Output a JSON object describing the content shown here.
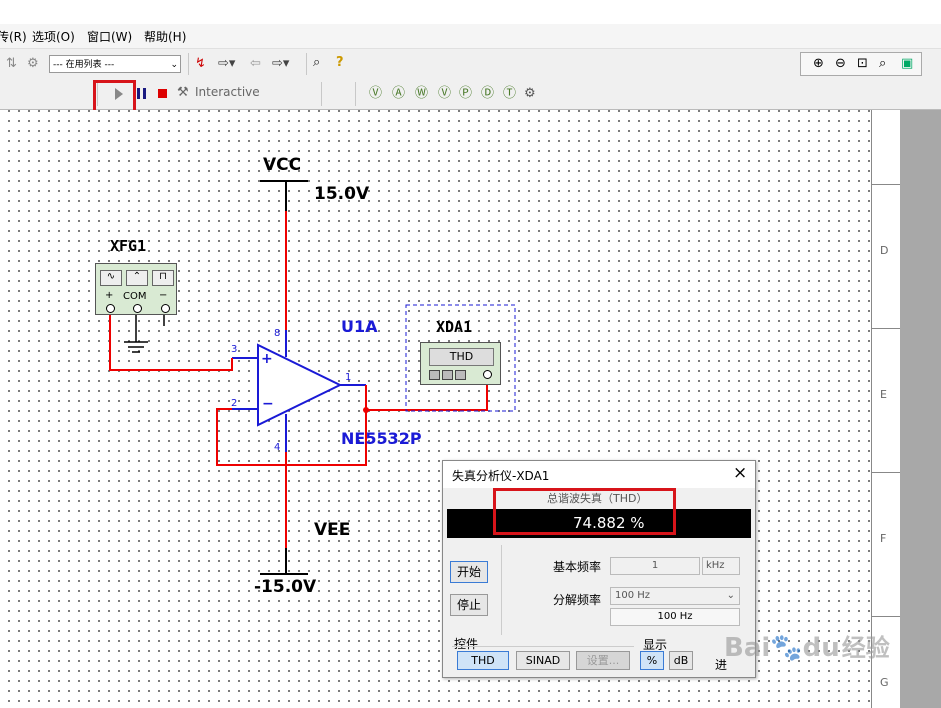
{
  "menu": [
    {
      "label": "传(R)"
    },
    {
      "label": "选项(O)"
    },
    {
      "label": "窗口(W)"
    },
    {
      "label": "帮助(H)"
    }
  ],
  "toolbar": {
    "in_use_list": "--- 在用列表 ---",
    "interactive_label": "Interactive"
  },
  "ruler": {
    "letters": [
      "D",
      "E",
      "F",
      "G"
    ]
  },
  "schematic": {
    "vcc_label": "VCC",
    "vcc_value": "15.0V",
    "vee_label": "VEE",
    "vee_value": "-15.0V",
    "xfg_label": "XFG1",
    "xfg_plus": "+",
    "xfg_com": "COM",
    "xfg_minus": "−",
    "opamp_label": "U1A",
    "opamp_part": "NE5532P",
    "xda_label": "XDA1",
    "xda_thd": "THD",
    "pin_8": "8",
    "pin_3": "3",
    "pin_2": "2",
    "pin_1": "1",
    "pin_4": "4",
    "plus_sign": "+",
    "minus_sign": "−"
  },
  "dialog": {
    "title": "失真分析仪-XDA1",
    "close": "×",
    "total_label": "总谐波失真（THD）",
    "reading": "74.882 %",
    "start_btn": "开始",
    "stop_btn": "停止",
    "fund_freq_label": "基本频率",
    "fund_freq_value": "1",
    "fund_freq_unit": "kHz",
    "resolution_label": "分解频率",
    "resolution_value": "100 Hz",
    "resolution_readout": "100 Hz",
    "controls_label": "控件",
    "thd_btn": "THD",
    "sinad_btn": "SINAD",
    "settings_btn": "设置...",
    "display_label": "显示",
    "percent_btn": "%",
    "db_btn": "dB",
    "more_label": "进"
  },
  "watermark": {
    "brand": "Bai",
    "brand_end": "du",
    "cn": "经验"
  }
}
